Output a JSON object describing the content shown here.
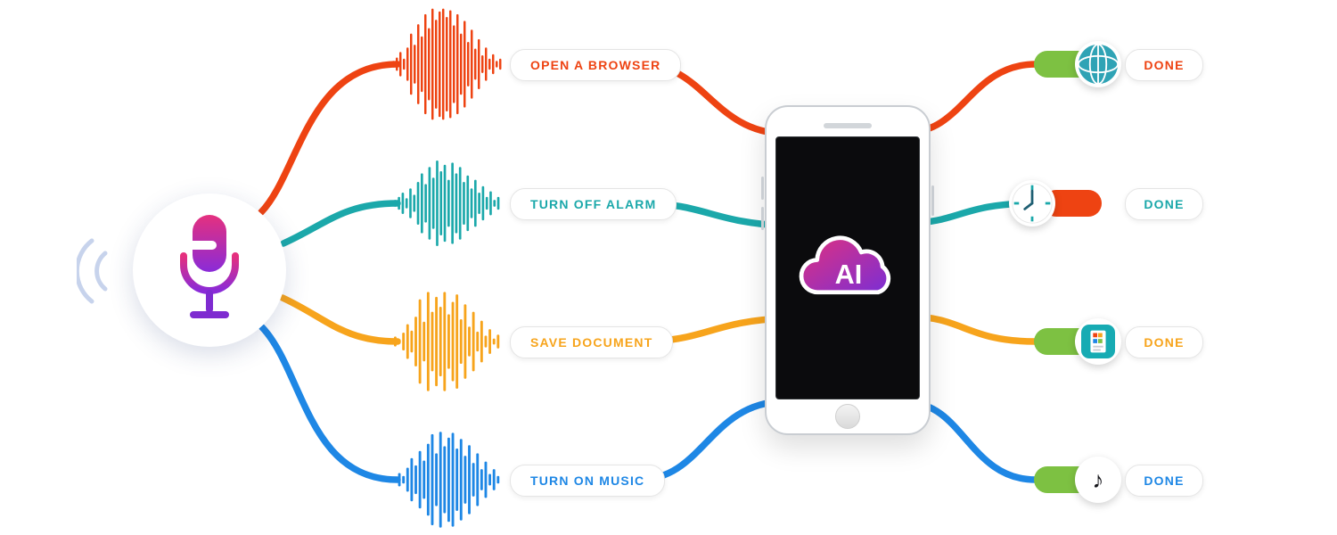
{
  "colors": {
    "red": "#EE4312",
    "teal": "#1BA8AA",
    "orange": "#F7A41C",
    "blue": "#1E87E5",
    "green": "#7DC142",
    "mic_pink": "#E5307E",
    "mic_purple": "#8A2BD8",
    "cloud_pink": "#E0307F",
    "cloud_purple": "#7B2FD4"
  },
  "icons": {
    "music_glyph": "♪"
  },
  "phone": {
    "ai_label": "AI"
  },
  "commands": [
    {
      "label": "OPEN A BROWSER",
      "status": "DONE",
      "color": "#EE4312",
      "result_icon": "globe",
      "waveform": [
        0.06,
        0.12,
        0.22,
        0.1,
        0.3,
        0.55,
        0.35,
        0.72,
        0.5,
        0.9,
        0.65,
        1.0,
        0.8,
        0.95,
        1.0,
        0.85,
        0.97,
        0.7,
        0.9,
        0.55,
        0.78,
        0.4,
        0.62,
        0.28,
        0.45,
        0.16,
        0.3,
        0.1,
        0.18,
        0.06,
        0.1
      ]
    },
    {
      "label": "TURN OFF ALARM",
      "status": "DONE",
      "color": "#1BA8AA",
      "result_icon": "clock",
      "waveform": [
        0.08,
        0.15,
        0.25,
        0.12,
        0.35,
        0.2,
        0.5,
        0.7,
        0.45,
        0.85,
        0.6,
        1.0,
        0.75,
        0.9,
        0.55,
        0.95,
        0.7,
        0.85,
        0.5,
        0.65,
        0.35,
        0.55,
        0.25,
        0.4,
        0.15,
        0.28,
        0.08,
        0.15
      ]
    },
    {
      "label": "SAVE DOCUMENT",
      "status": "DONE",
      "color": "#F7A41C",
      "result_icon": "document",
      "waveform": [
        0.1,
        0.05,
        0.18,
        0.35,
        0.22,
        0.5,
        0.85,
        0.4,
        1.0,
        0.6,
        0.9,
        0.7,
        1.0,
        0.55,
        0.8,
        0.95,
        0.45,
        0.75,
        0.3,
        0.6,
        0.2,
        0.42,
        0.12,
        0.25,
        0.06,
        0.14
      ]
    },
    {
      "label": "TURN ON MUSIC",
      "status": "DONE",
      "color": "#1E87E5",
      "result_icon": "music-note",
      "waveform": [
        0.06,
        0.14,
        0.08,
        0.25,
        0.45,
        0.3,
        0.6,
        0.4,
        0.75,
        0.95,
        0.55,
        1.0,
        0.7,
        0.88,
        0.98,
        0.65,
        0.85,
        0.5,
        0.72,
        0.35,
        0.55,
        0.22,
        0.38,
        0.12,
        0.22,
        0.08
      ]
    }
  ]
}
